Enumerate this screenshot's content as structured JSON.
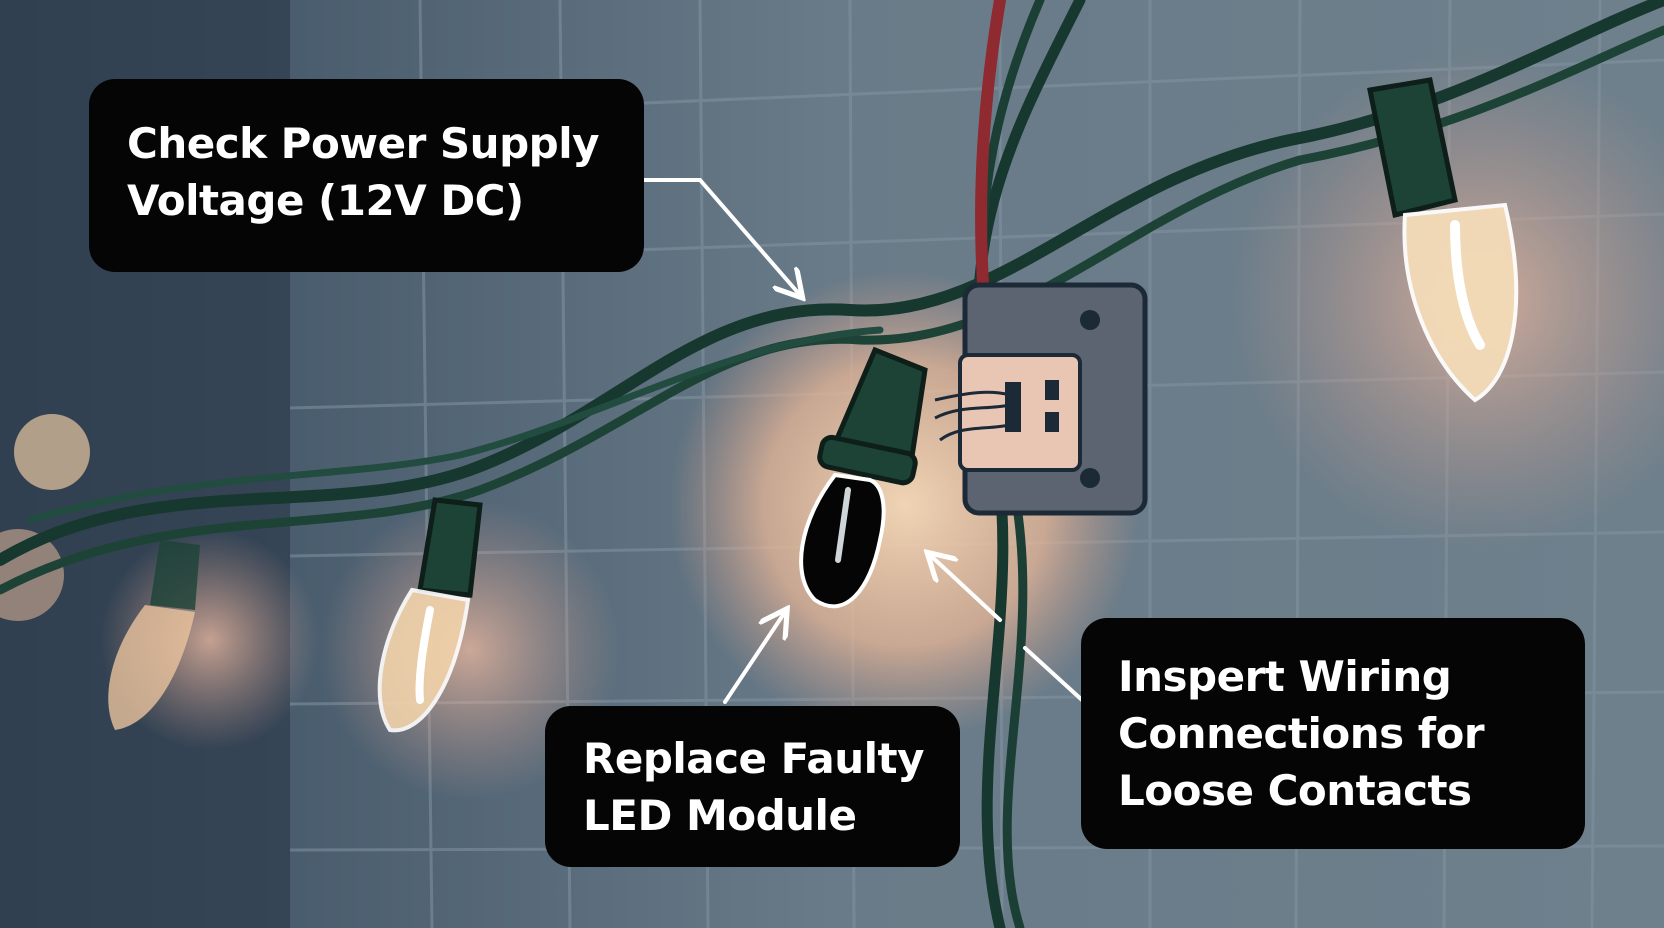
{
  "callouts": {
    "power_supply": {
      "line1": "Check Power Supply",
      "line2": "Voltage (12V DC)"
    },
    "led_module": {
      "line1": "Replace Faulty",
      "line2": "LED Module"
    },
    "wiring": {
      "line1": "Inspert Wiring",
      "line2": "Connections for",
      "line3": "Loose Contacts"
    }
  },
  "colors": {
    "callout_background": "#050505",
    "callout_text": "#ffffff",
    "wall": "#5d6f7e",
    "cable": "#17382f",
    "red_wire": "#8e2a30",
    "bulb_glow": "#f3c7a0",
    "junction_box": "#5b6470",
    "arrow": "#ffffff"
  },
  "icons": [
    "string-light-bulb",
    "faulty-led-bulb",
    "junction-box",
    "frayed-wire"
  ]
}
